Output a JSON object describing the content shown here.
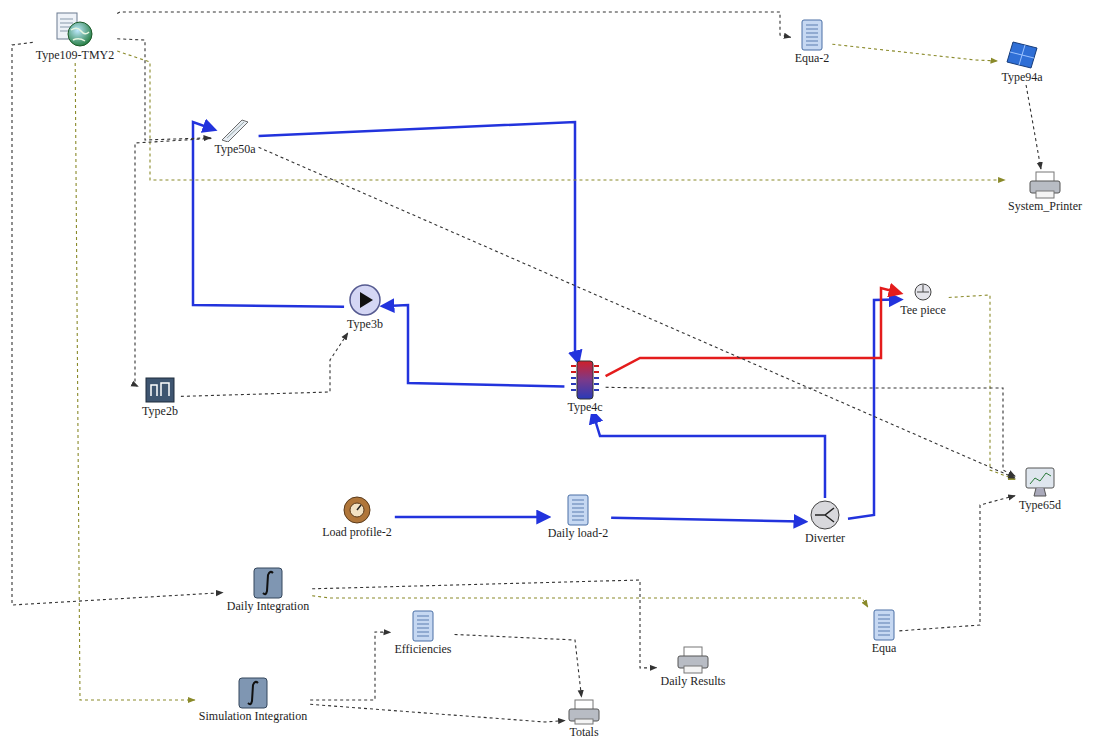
{
  "diagram": {
    "nodes": [
      {
        "text": [
          "Type109-TMY2"
        ]
      },
      {
        "text": [
          "Equa-2"
        ]
      },
      {
        "text": [
          "Type94a"
        ]
      },
      {
        "text": [
          "Type50a"
        ]
      },
      {
        "text": [
          "System_Printer"
        ]
      },
      {
        "text": [
          "Type3b"
        ]
      },
      {
        "text": [
          "Tee piece"
        ]
      },
      {
        "text": [
          "Type2b"
        ]
      },
      {
        "text": [
          "Type4c"
        ]
      },
      {
        "text": [
          "Type65d"
        ]
      },
      {
        "text": [
          "Load profile-2"
        ]
      },
      {
        "text": [
          "Daily load-2"
        ]
      },
      {
        "text": [
          "Diverter"
        ]
      },
      {
        "text": [
          "Daily Integration"
        ]
      },
      {
        "text": [
          "Efficiencies"
        ]
      },
      {
        "text": [
          "Equa"
        ]
      },
      {
        "text": [
          "Daily Results"
        ]
      },
      {
        "text": [
          "Simulation Integration"
        ]
      },
      {
        "text": [
          "Totals"
        ]
      }
    ],
    "edges": [
      {
        "from": 3,
        "to": 8,
        "arrow": "to"
      },
      {
        "from": 8,
        "to": 5,
        "arrow": "to"
      },
      {
        "from": 5,
        "to": 3,
        "arrow": "to"
      },
      {
        "from": 10,
        "to": 11,
        "arrow": "to"
      },
      {
        "from": 11,
        "to": 12,
        "arrow": "to"
      },
      {
        "from": 12,
        "to": 8,
        "arrow": "to"
      },
      {
        "from": 12,
        "to": 6,
        "arrow": "to"
      },
      {
        "from": 8,
        "to": 6,
        "arrow": "to"
      },
      {
        "from": 0,
        "to": 1,
        "arrow": "to"
      },
      {
        "from": 0,
        "to": 3,
        "arrow": "to"
      },
      {
        "from": 0,
        "to": 4,
        "arrow": "to"
      },
      {
        "from": 3,
        "to": 7,
        "arrow": "to"
      },
      {
        "from": 7,
        "to": 5,
        "arrow": "to"
      },
      {
        "from": 1,
        "to": 2,
        "arrow": "to"
      },
      {
        "from": 2,
        "to": 4,
        "arrow": "to"
      },
      {
        "from": 6,
        "to": 9,
        "arrow": "to"
      },
      {
        "from": 8,
        "to": 9,
        "arrow": "to"
      },
      {
        "from": 15,
        "to": 9,
        "arrow": "to"
      },
      {
        "from": 13,
        "to": 16,
        "arrow": "to"
      },
      {
        "from": 17,
        "to": 14,
        "arrow": "to"
      },
      {
        "from": 17,
        "to": 18,
        "arrow": "to"
      },
      {
        "from": 14,
        "to": 18,
        "arrow": "to"
      },
      {
        "from": 13,
        "to": 15,
        "arrow": "to"
      },
      {
        "from": 0,
        "to": 13,
        "arrow": "to"
      },
      {
        "from": 0,
        "to": 17,
        "arrow": "to"
      },
      {
        "from": 3,
        "to": 9,
        "arrow": "to"
      }
    ]
  }
}
